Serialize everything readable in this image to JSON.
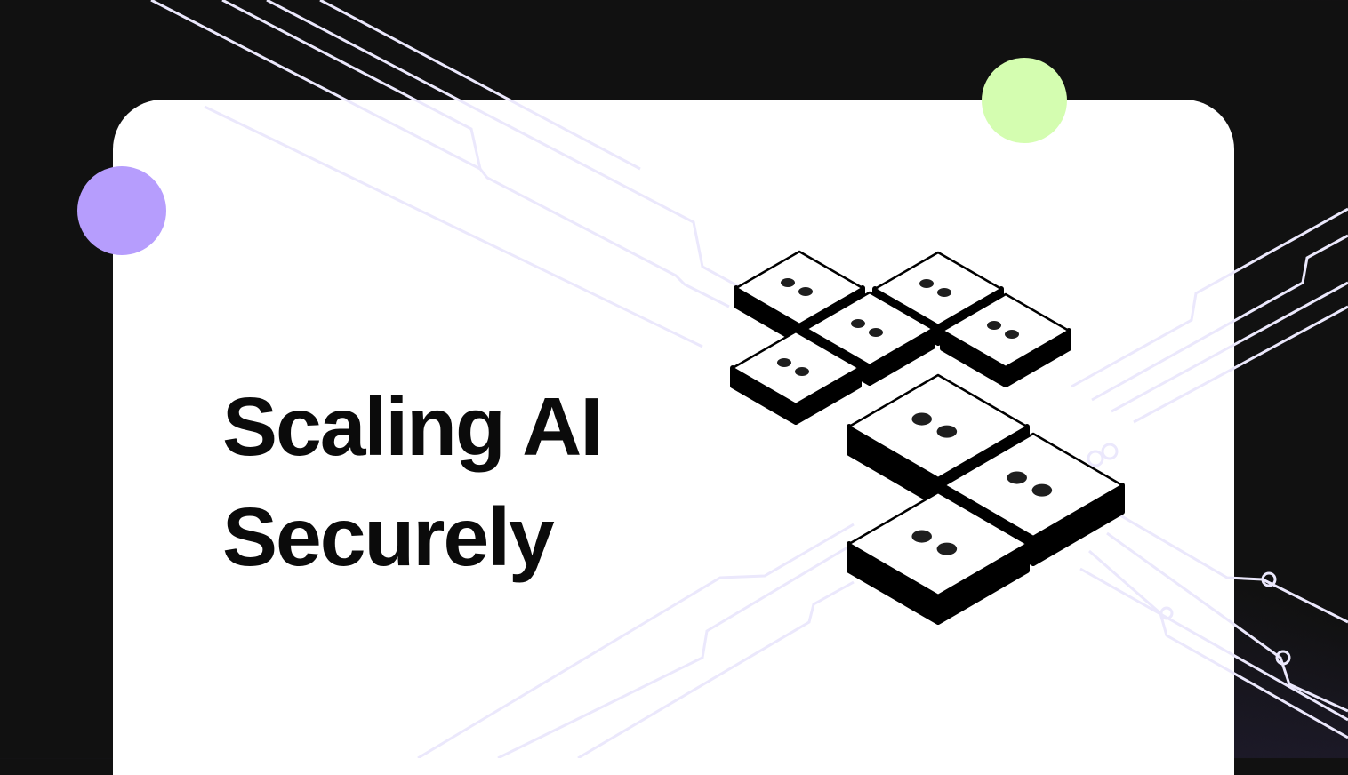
{
  "headline": {
    "line1": "Scaling AI",
    "line2": "Securely"
  },
  "colors": {
    "background": "#111111",
    "card": "#ffffff",
    "accent_purple": "#b69dfd",
    "accent_green": "#d4fdb0",
    "circuit": "#ebe8fc"
  },
  "illustration": {
    "icon": "isometric-tiles-with-eyes",
    "tile_count": 8
  }
}
